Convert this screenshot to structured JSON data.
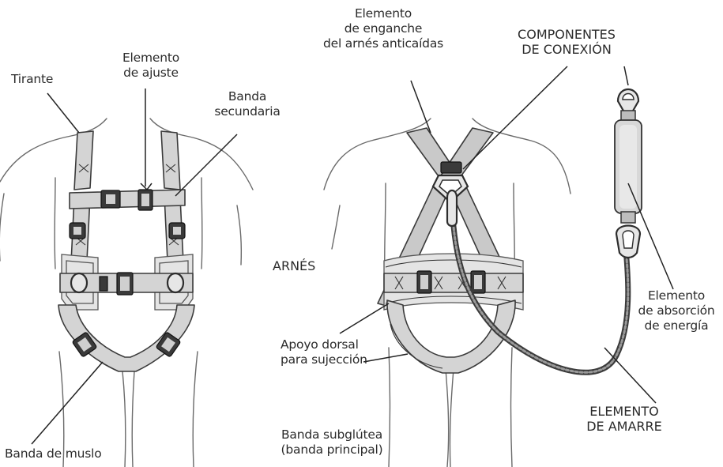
{
  "labels": {
    "tirante": "Tirante",
    "elemento_ajuste_1": "Elemento",
    "elemento_ajuste_2": "de ajuste",
    "banda_secundaria_1": "Banda",
    "banda_secundaria_2": "secundaria",
    "banda_muslo": "Banda de muslo",
    "elemento_enganche_1": "Elemento",
    "elemento_enganche_2": "de enganche",
    "elemento_enganche_3": "del arnés anticaídas",
    "componentes_1": "COMPONENTES",
    "componentes_2": "DE CONEXIÓN",
    "arnes": "ARNÉS",
    "apoyo_dorsal_1": "Apoyo dorsal",
    "apoyo_dorsal_2": "para sujección",
    "banda_subglutea_1": "Banda subglútea",
    "banda_subglutea_2": "(banda principal)",
    "absorcion_1": "Elemento",
    "absorcion_2": "de absorción",
    "absorcion_3": "de energía",
    "amarre_1": "ELEMENTO",
    "amarre_2": "DE AMARRE"
  },
  "colors": {
    "strap_fill": "#d4d4d4",
    "outline": "#6a6a6a",
    "ink": "#2b2b2b"
  }
}
